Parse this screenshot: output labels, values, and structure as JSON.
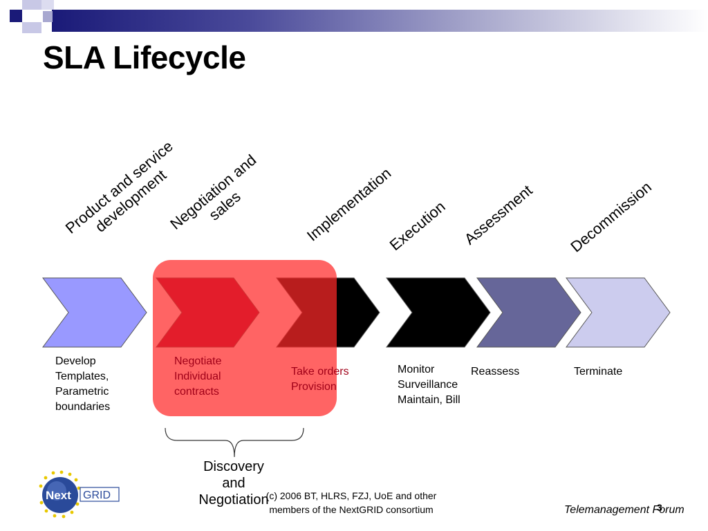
{
  "slide": {
    "title": "SLA Lifecycle",
    "phases": [
      {
        "label": "Product and service\ndevelopment"
      },
      {
        "label": "Negotiation and\nsales"
      },
      {
        "label": "Implementation"
      },
      {
        "label": "Execution"
      },
      {
        "label": "Assessment"
      },
      {
        "label": "Decommission"
      }
    ],
    "stages": [
      {
        "color": "#9999ff"
      },
      {
        "color": "#990033"
      },
      {
        "color": "#000000"
      },
      {
        "color": "#000000"
      },
      {
        "color": "#666699"
      },
      {
        "color": "#ccccee"
      }
    ],
    "descriptions": [
      {
        "text": "Develop\nTemplates,\nParametric\nboundaries"
      },
      {
        "text": "Negotiate\nIndividual\ncontracts"
      },
      {
        "text": "Take orders\nProvision"
      },
      {
        "text": "Monitor\nSurveillance\nMaintain, Bill"
      },
      {
        "text": "Reassess"
      },
      {
        "text": "Terminate"
      }
    ],
    "highlight_color": "#ff2828",
    "bracket_label": "Discovery\nand\nNegotiation"
  },
  "footer": {
    "copyright": "(c) 2006 BT, HLRS, FZJ, UoE and other\nmembers of the NextGRID consortium",
    "organization": "Telemanagement Forum",
    "page_number": "3",
    "logo_text_next": "Next",
    "logo_text_grid": "GRID"
  }
}
